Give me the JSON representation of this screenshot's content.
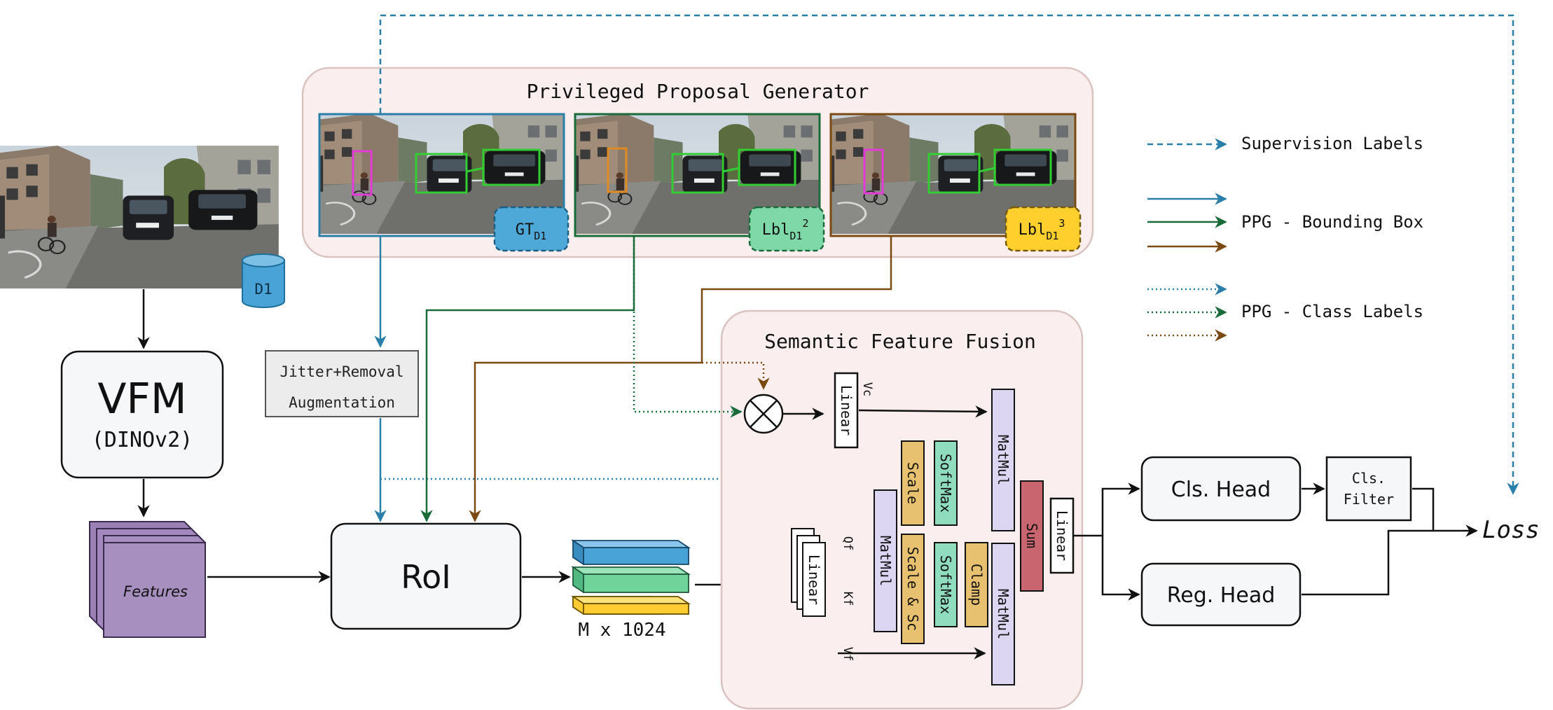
{
  "ppg": {
    "title": "Privileged Proposal Generator",
    "labels": [
      {
        "base": "GT",
        "sub": "D1",
        "sup": ""
      },
      {
        "base": "Lbl",
        "sub": "D1",
        "sup": "2"
      },
      {
        "base": "Lbl",
        "sub": "D1",
        "sup": "3"
      }
    ]
  },
  "dataset_label": "D1",
  "vfm": {
    "title": "VFM",
    "subtitle": "(DINOv2)"
  },
  "features_label": "Features",
  "augmentation": {
    "line1": "Jitter+Removal",
    "line2": "Augmentation"
  },
  "roi_label": "RoI",
  "proposal_size": "M x 1024",
  "sff": {
    "title": "Semantic Feature Fusion",
    "linear_top": "Linear",
    "vc": "Vc",
    "linear_stack": "Linear",
    "qf": "Qf",
    "kf": "Kf",
    "vf": "Vf",
    "matmul": "MatMul",
    "scale": "Scale",
    "scale_sc": "Scale & Sc",
    "softmax": "SoftMax",
    "clamp": "Clamp",
    "sum": "Sum",
    "linear_out": "Linear"
  },
  "heads": {
    "cls": "Cls. Head",
    "reg": "Reg. Head",
    "filter_line1": "Cls.",
    "filter_line2": "Filter",
    "loss": "Loss"
  },
  "legend": {
    "supervision": "Supervision Labels",
    "bbox": "PPG - Bounding Box",
    "class": "PPG - Class Labels"
  },
  "colors": {
    "blue": "#2a7fa8",
    "green": "#1a6b3a",
    "brown": "#7a4a12",
    "panel": "#fbeeee",
    "panel_stroke": "#d9c3c1",
    "purple": "#a78fc0",
    "lavender": "#ddd6f3",
    "orange": "#e8c170",
    "mint": "#8fdcbf",
    "red": "#c9656f",
    "gt_fill": "#4ea8d8",
    "lbl2_fill": "#7ed8a8",
    "lbl3_fill": "#ffcf2e",
    "tensor_blue": "#4aa3d6",
    "tensor_green": "#6fd39a",
    "tensor_yellow": "#ffcc33"
  }
}
